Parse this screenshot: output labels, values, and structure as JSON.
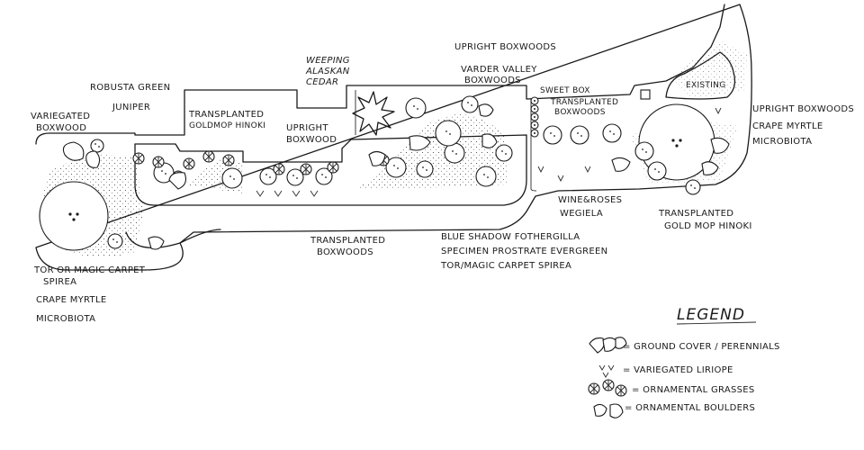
{
  "labels": {
    "variegated_boxwood": [
      "VARIEGATED",
      "BOXWOOD"
    ],
    "robusta_green": "ROBUSTA GREEN",
    "juniper": "JUNIPER",
    "transplanted_goldmop_left": [
      "TRANSPLANTED",
      "GOLDMOP HINOKI"
    ],
    "weeping_cedar": [
      "WEEPING",
      "ALASKAN",
      "CEDAR"
    ],
    "upright_boxwood_mid": [
      "UPRIGHT",
      "BOXWOOD"
    ],
    "upright_boxwoods_top": "UPRIGHT BOXWOODS",
    "vardar_valley": [
      "VARDER VALLEY",
      "BOXWOODS"
    ],
    "sweet_box": "SWEET BOX",
    "transplanted_boxwoods_right": [
      "TRANSPLANTED",
      "BOXWOODS"
    ],
    "existing": "EXISTING",
    "right_list": [
      "UPRIGHT BOXWOODS",
      "CRAPE MYRTLE",
      "MICROBIOTA"
    ],
    "wine_roses": [
      "WINE&ROSES",
      "WEGIELA"
    ],
    "transplanted_goldmop_right": [
      "TRANSPLANTED",
      "GOLD MOP HINOKI"
    ],
    "transplanted_boxwoods_bottom": [
      "TRANSPLANTED",
      "BOXWOODS"
    ],
    "center_notes": [
      "BLUE SHADOW FOTHERGILLA",
      "SPECIMEN PROSTRATE EVERGREEN",
      "TOR/MAGIC CARPET SPIREA"
    ],
    "left_notes": [
      "TOR OR MAGIC CARPET",
      "SPIREA",
      "CRAPE MYRTLE",
      "MICROBIOTA"
    ]
  },
  "legend": {
    "title": "LEGEND",
    "items": [
      {
        "label": "= GROUND COVER / PERENNIALS",
        "icon": "ground-cover-icon"
      },
      {
        "label": "= VARIEGATED LIRIOPE",
        "icon": "liriope-icon"
      },
      {
        "label": "= ORNAMENTAL GRASSES",
        "icon": "grasses-icon"
      },
      {
        "label": "= ORNAMENTAL BOULDERS",
        "icon": "boulders-icon"
      }
    ]
  }
}
